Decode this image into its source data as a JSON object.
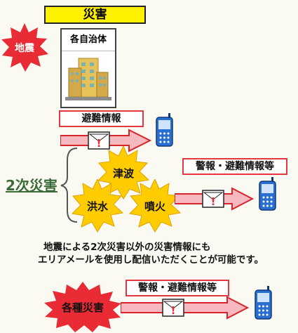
{
  "title": "災害",
  "jichitai": {
    "label": "各自治体"
  },
  "bursts": {
    "jishin": "地震",
    "tsunami": "津波",
    "kouzui": "洪水",
    "funka": "噴火",
    "kakushu": "各種災害"
  },
  "side_label": "2次災害",
  "labels": {
    "hinan": "避難情報",
    "keihou1": "警報・避難情報等",
    "keihou2": "警報・避難情報等"
  },
  "caption": {
    "line1": "地震による2次災害以外の災害情報にも",
    "line2": "エリアメールを使用し配信いただくことが可能です。"
  },
  "colors": {
    "title_bg": "#fff200",
    "burst_red": "#e82b34",
    "burst_yellow": "#ffcc00",
    "arrow_fill": "#f7b8c0",
    "arrow_stroke": "#d8242d",
    "phone_blue": "#2a6fd0",
    "side_label": "#3b6b38"
  }
}
